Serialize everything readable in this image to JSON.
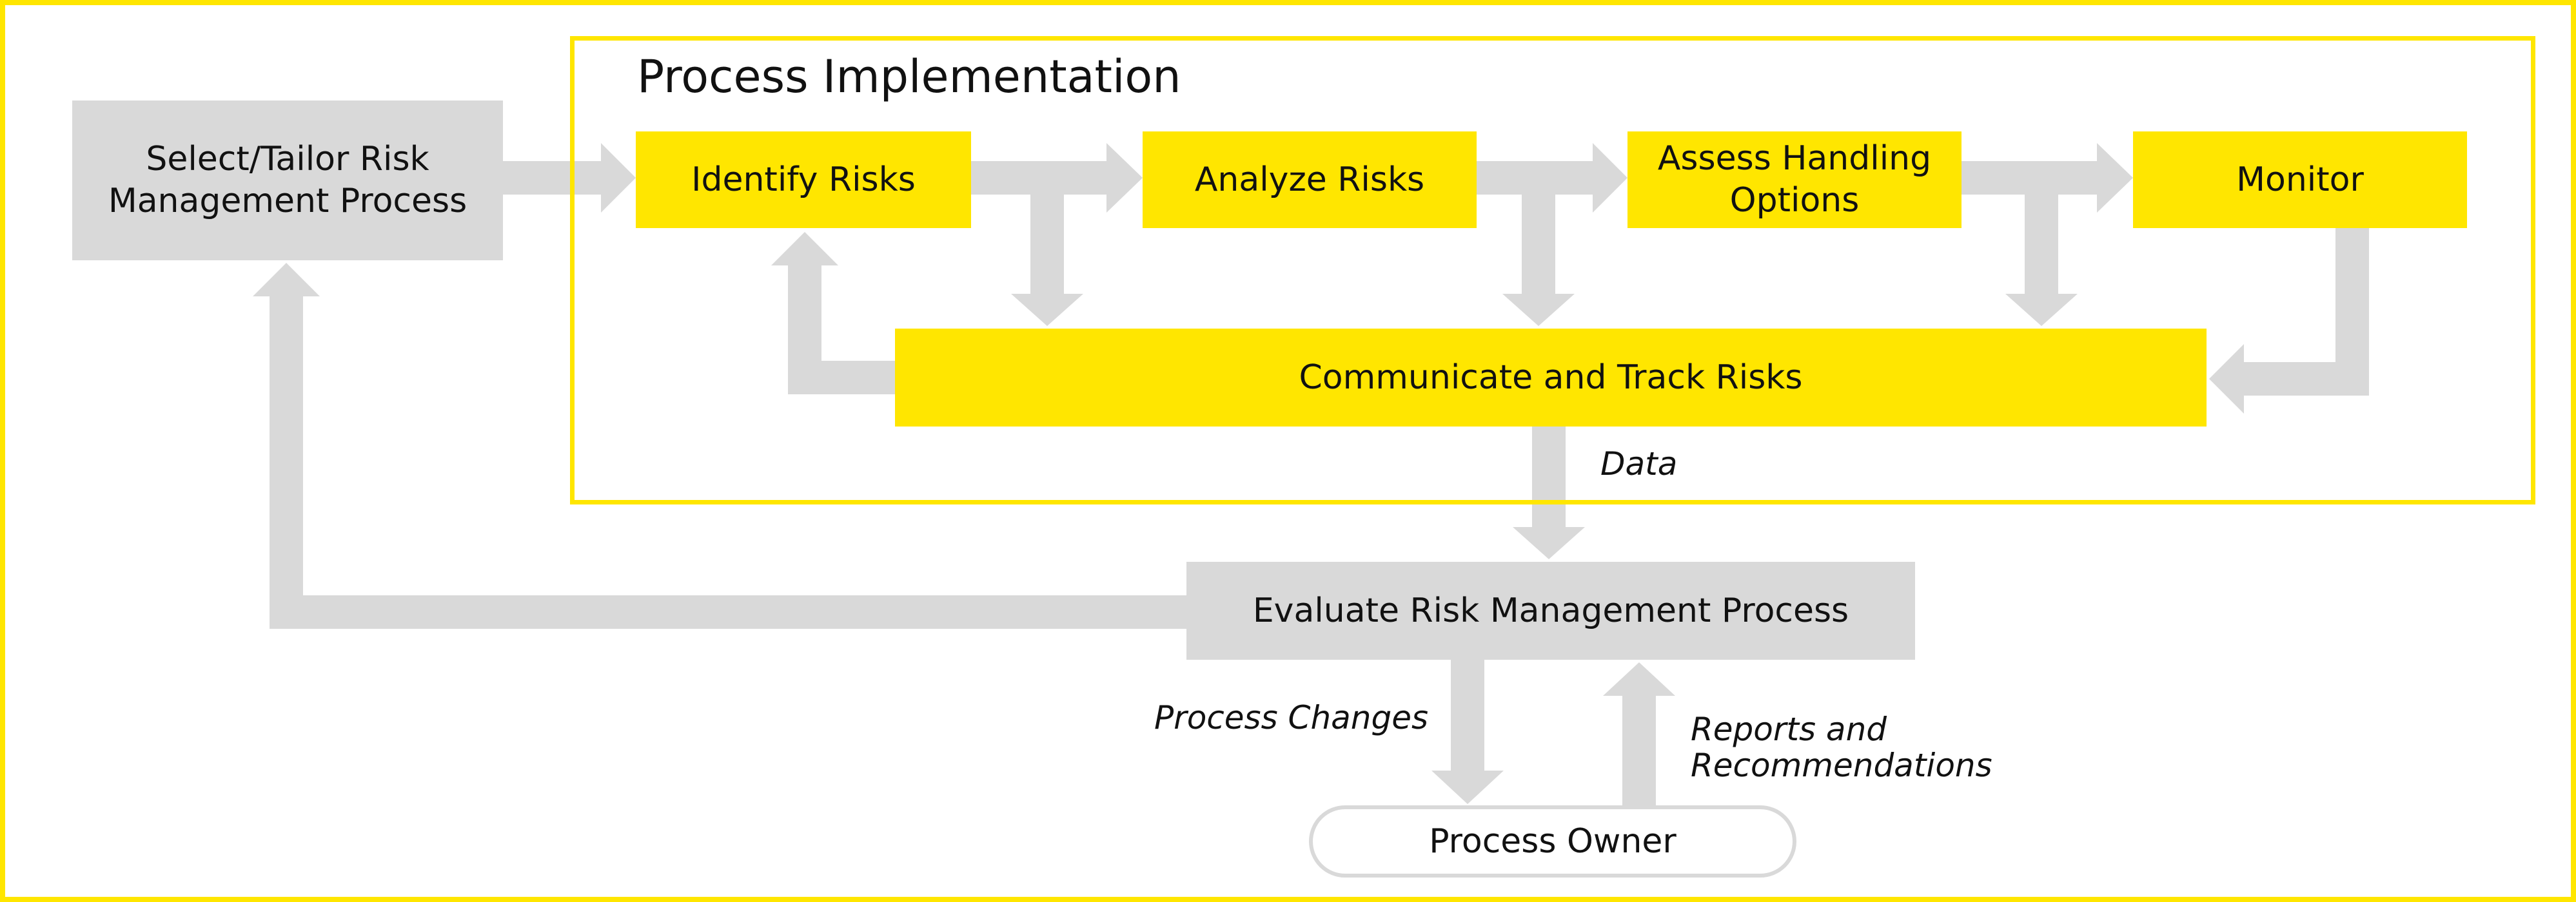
{
  "diagram": {
    "frame_title": "Process Implementation",
    "nodes": {
      "select_tailor": {
        "line1": "Select/Tailor Risk",
        "line2": "Management Process"
      },
      "identify": {
        "label": "Identify Risks"
      },
      "analyze": {
        "label": "Analyze Risks"
      },
      "assess": {
        "line1": "Assess Handling",
        "line2": "Options"
      },
      "monitor": {
        "label": "Monitor"
      },
      "communicate": {
        "label": "Communicate and Track Risks"
      },
      "evaluate": {
        "label": "Evaluate Risk Management Process"
      },
      "owner": {
        "label": "Process Owner"
      }
    },
    "edge_labels": {
      "data": "Data",
      "process_changes": "Process Changes",
      "reports_line1": "Reports and",
      "reports_line2": "Recommendations"
    },
    "colors": {
      "accent_yellow": "#FFE600",
      "arrow_grey": "#D9D9D9",
      "box_grey": "#D9D9D9",
      "text": "#111111"
    }
  }
}
